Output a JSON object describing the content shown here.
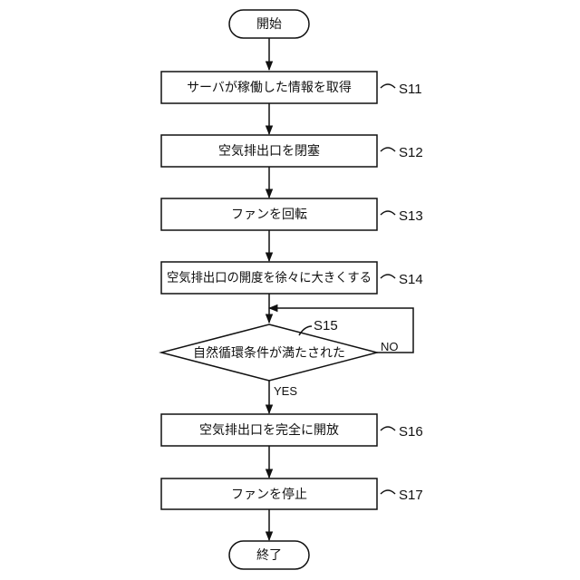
{
  "flowchart": {
    "start": {
      "label": "開始"
    },
    "end": {
      "label": "終了"
    },
    "steps": [
      {
        "id": "S11",
        "label": "サーバが稼働した情報を取得"
      },
      {
        "id": "S12",
        "label": "空気排出口を閉塞"
      },
      {
        "id": "S13",
        "label": "ファンを回転"
      },
      {
        "id": "S14",
        "label": "空気排出口の開度を徐々に大きくする"
      },
      {
        "id": "S16",
        "label": "空気排出口を完全に開放"
      },
      {
        "id": "S17",
        "label": "ファンを停止"
      }
    ],
    "decision": {
      "id": "S15",
      "label": "自然循環条件が満たされた",
      "yes_label": "YES",
      "no_label": "NO"
    }
  }
}
